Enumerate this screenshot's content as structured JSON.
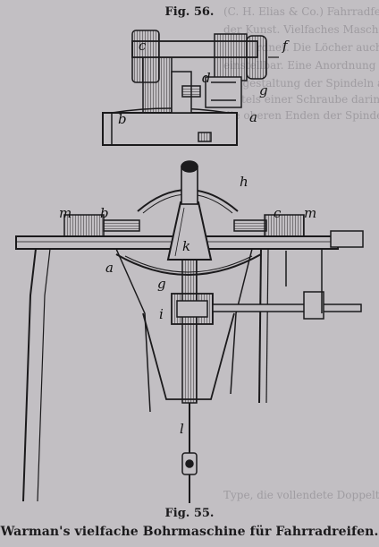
{
  "figures": {
    "top_caption": "Fig. 56.",
    "main_caption": "Fig. 55.",
    "title": "Warman's vielfache Bohrmaschine für Fahrradreifen."
  },
  "labels_fig56": {
    "c": "c",
    "f": "f",
    "d": "d",
    "g": "g",
    "b": "b",
    "a": "a"
  },
  "labels_fig55": {
    "h": "h",
    "m_left": "m",
    "b": "b",
    "c": "c",
    "m_right": "m",
    "k": "k",
    "a": "a",
    "g": "g",
    "i": "i",
    "l": "l"
  },
  "bleed_text": {
    "line1": "(C. H. Elias & Co.) Fahrradfelgen",
    "line2": "der Kunst. Vielfaches Maschinen",
    "line3": "angeordnet. Die Löcher auch in Axial",
    "line4": "einstellbar. Eine Anordnung",
    "line5": "Umgestaltung der Spindeln angesetzt",
    "line6": "mittels einer Schraube darin eingestellt",
    "line7": "die oberen Enden der Spindelköpfe",
    "line8": "Type, die vollendete Doppeltype"
  },
  "colors": {
    "paper": "#c2bfc3",
    "ink": "#1b1a1c",
    "ghost": "#9f9ca1"
  }
}
